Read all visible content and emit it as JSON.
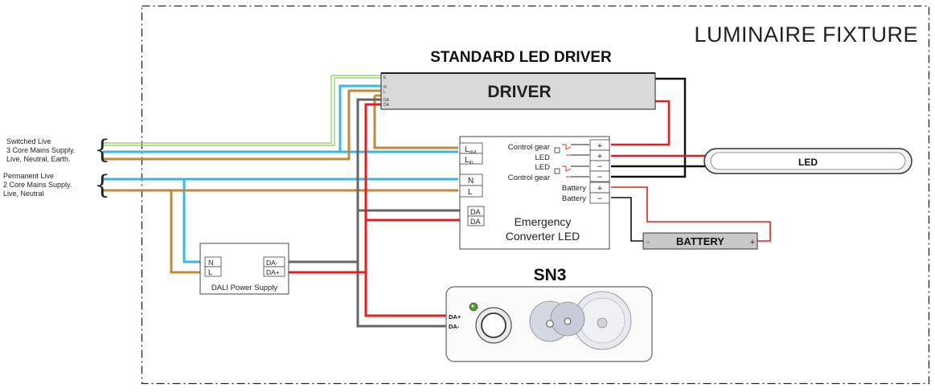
{
  "title": "LUMINAIRE FIXTURE",
  "driver": {
    "heading": "STANDARD LED DRIVER",
    "label": "DRIVER",
    "pins": [
      "E",
      "N",
      "L",
      "DA",
      "DA"
    ]
  },
  "supply_3core": {
    "lines": [
      "Switched Live",
      "3 Core Mains Supply.",
      "Live, Neutral, Earth."
    ]
  },
  "supply_2core": {
    "lines": [
      "Permanent Live",
      "2 Core Mains Supply.",
      "Live, Neutral"
    ]
  },
  "converter": {
    "title_lines": [
      "Emergency",
      "Converter LED"
    ],
    "terminals_left": {
      "l_out_main": "L",
      "l_out_sub": "out",
      "l_in_main": "L",
      "l_in_sub": "in",
      "n": "N",
      "l": "L",
      "da1": "DA",
      "da2": "DA"
    },
    "right_labels": [
      "Control gear",
      "LED",
      "LED",
      "Control gear",
      "Battery",
      "Battery"
    ],
    "right_signs": [
      "+",
      "+",
      "−",
      "−",
      "+",
      "−"
    ]
  },
  "led": {
    "label": "LED"
  },
  "battery": {
    "label": "BATTERY",
    "minus": "-",
    "plus": "+"
  },
  "dali_psu": {
    "label": "DALI Power Supply",
    "left_terminals": [
      "N",
      "L"
    ],
    "right_terminals": [
      "DA-",
      "DA+"
    ]
  },
  "sn3": {
    "label": "SN3",
    "terminals": [
      "DA+",
      "DA-"
    ]
  },
  "colors": {
    "earth": "#9fd07a",
    "neutral": "#3bb4e8",
    "live": "#c08a3e",
    "dali_pos": "#e02020",
    "dali_neg": "#555555",
    "led_neg": "#111111",
    "battery_box": "#c8c8c8",
    "driver_box": "#d9d9d9"
  }
}
